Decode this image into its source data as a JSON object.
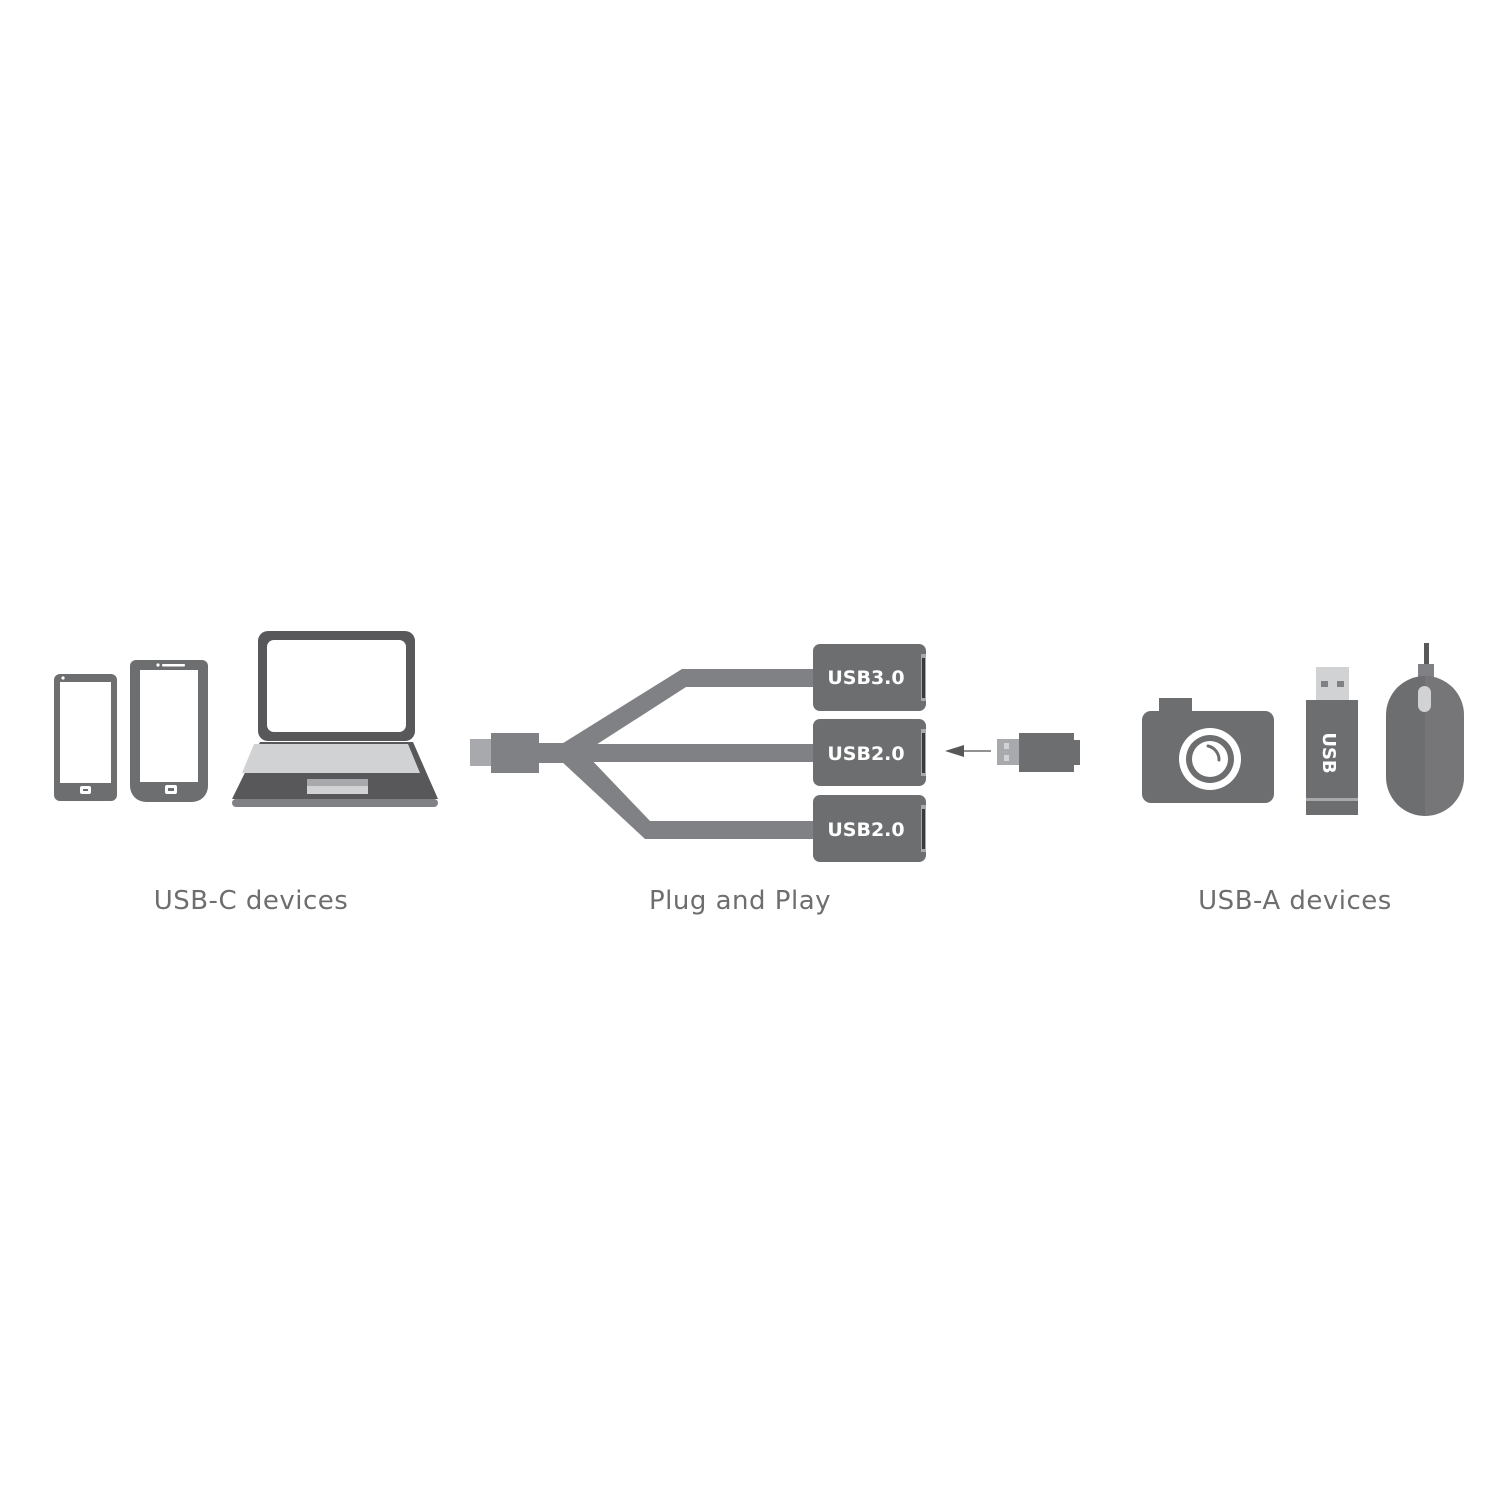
{
  "colors": {
    "background": "#ffffff",
    "dark_gray": "#58585a",
    "mid_gray": "#6d6e70",
    "cable_gray": "#808184",
    "light_gray": "#a7a9ac",
    "pale_gray": "#d1d2d4",
    "text_gray": "#6d6e70"
  },
  "groups": {
    "usb_c_devices": {
      "caption": "USB-C devices",
      "icons": [
        "smartphone-small-icon",
        "smartphone-large-icon",
        "laptop-icon"
      ]
    },
    "adapter": {
      "caption": "Plug and Play",
      "connector": "usb-c-plug",
      "ports": [
        {
          "label": "USB3.0"
        },
        {
          "label": "USB2.0"
        },
        {
          "label": "USB2.0"
        }
      ],
      "insert_arrow": "arrow-left-icon",
      "plug": "usb-a-plug-icon"
    },
    "usb_a_devices": {
      "caption": "USB-A devices",
      "icons": [
        "camera-icon",
        "usb-flash-drive-icon",
        "mouse-icon"
      ],
      "flash_drive_label": "USB"
    }
  }
}
